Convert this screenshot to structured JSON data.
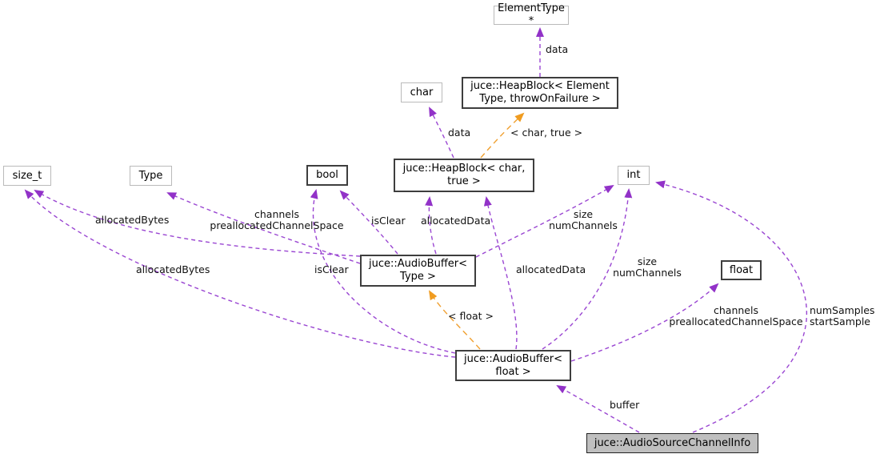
{
  "diagram": {
    "kind": "class collaboration graph",
    "focus_class": "juce::AudioSourceChannelInfo",
    "colors": {
      "background": "#ffffff",
      "member_edge": "#9a46d2",
      "member_arrowhead": "#9232c8",
      "template_edge": "#f0a030",
      "external_node_border": "#bababa",
      "class_node_border": "#3e3e3e",
      "focus_node_fill": "#bfbfbf",
      "text": "#000000"
    },
    "nodes": {
      "element_type": "ElementType *",
      "heapblock_template": "juce::HeapBlock< Element\nType, throwOnFailure >",
      "char_type": "char",
      "heapblock_char": "juce::HeapBlock< char,\ntrue >",
      "size_t_type": "size_t",
      "type_param": "Type",
      "bool_type": "bool",
      "int_type": "int",
      "audiobuffer_type": "juce::AudioBuffer<\nType >",
      "float_type": "float",
      "audiobuffer_float": "juce::AudioBuffer<\nfloat >",
      "audio_source_channel_info": "juce::AudioSourceChannelInfo"
    },
    "edge_labels": {
      "data_template": "data",
      "data_char": "data",
      "char_true_instantiation": "< char, true >",
      "allocated_bytes_type": "allocatedBytes",
      "channels_prealloc_type": "channels\npreallocatedChannelSpace",
      "is_clear_type": "isClear",
      "allocated_data_type": "allocatedData",
      "size_num_channels_type": "size\nnumChannels",
      "allocated_bytes_float": "allocatedBytes",
      "is_clear_float": "isClear",
      "allocated_data_float": "allocatedData",
      "size_num_channels_float": "size\nnumChannels",
      "float_instantiation": "< float >",
      "channels_prealloc_float": "channels\npreallocatedChannelSpace",
      "num_samples_start_sample": "numSamples\nstartSample",
      "buffer": "buffer"
    }
  }
}
